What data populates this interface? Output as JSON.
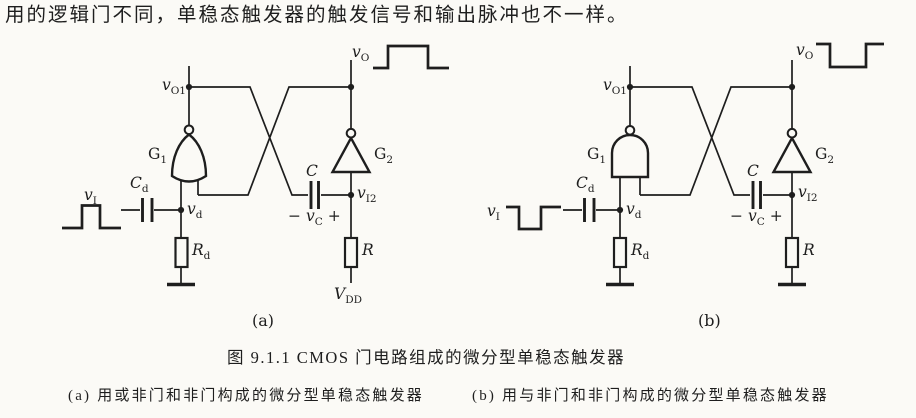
{
  "theme": {
    "paper": "#fbfaf6",
    "ink": "#1e1e1e"
  },
  "intro": {
    "text": "用的逻辑门不同，单稳态触发器的触发信号和输出脉冲也不一样。"
  },
  "figure": {
    "caption_title": "图 9.1.1  CMOS 门电路组成的微分型单稳态触发器",
    "caption_a": "(a) 用或非门和非门构成的微分型单稳态触发器",
    "caption_b": "(b) 用与非门和非门构成的微分型单稳态触发器"
  },
  "circuit_a": {
    "tag": "(a)",
    "gate1_type": "nor-gate",
    "gate2_type": "inverter",
    "input_waveform": "positive-pulse",
    "output_waveform": "positive-pulse",
    "labels": {
      "vo1": {
        "base": "v",
        "sub": "O1"
      },
      "vo": {
        "base": "v",
        "sub": "O"
      },
      "g1": {
        "base": "G",
        "sub": "1"
      },
      "g2": {
        "base": "G",
        "sub": "2"
      },
      "cd": {
        "base": "C",
        "sub": "d"
      },
      "vd": {
        "base": "v",
        "sub": "d"
      },
      "rd": {
        "base": "R",
        "sub": "d"
      },
      "vi": {
        "base": "v",
        "sub": "I"
      },
      "c": {
        "base": "C",
        "sub": ""
      },
      "vc_minus": "−",
      "vc": {
        "base": "v",
        "sub": "C"
      },
      "vc_plus": "+",
      "vi2": {
        "base": "v",
        "sub": "I2"
      },
      "r": {
        "base": "R",
        "sub": ""
      },
      "vdd": {
        "base": "V",
        "sub": "DD"
      }
    }
  },
  "circuit_b": {
    "tag": "(b)",
    "gate1_type": "nand-gate",
    "gate2_type": "inverter",
    "input_waveform": "negative-pulse",
    "output_waveform": "negative-pulse",
    "labels": {
      "vo1": {
        "base": "v",
        "sub": "O1"
      },
      "vo": {
        "base": "v",
        "sub": "O"
      },
      "g1": {
        "base": "G",
        "sub": "1"
      },
      "g2": {
        "base": "G",
        "sub": "2"
      },
      "cd": {
        "base": "C",
        "sub": "d"
      },
      "vd": {
        "base": "v",
        "sub": "d"
      },
      "rd": {
        "base": "R",
        "sub": "d"
      },
      "vi": {
        "base": "v",
        "sub": "I"
      },
      "c": {
        "base": "C",
        "sub": ""
      },
      "vc_minus": "−",
      "vc": {
        "base": "v",
        "sub": "C"
      },
      "vc_plus": "+",
      "vi2": {
        "base": "v",
        "sub": "I2"
      },
      "r": {
        "base": "R",
        "sub": ""
      }
    }
  }
}
